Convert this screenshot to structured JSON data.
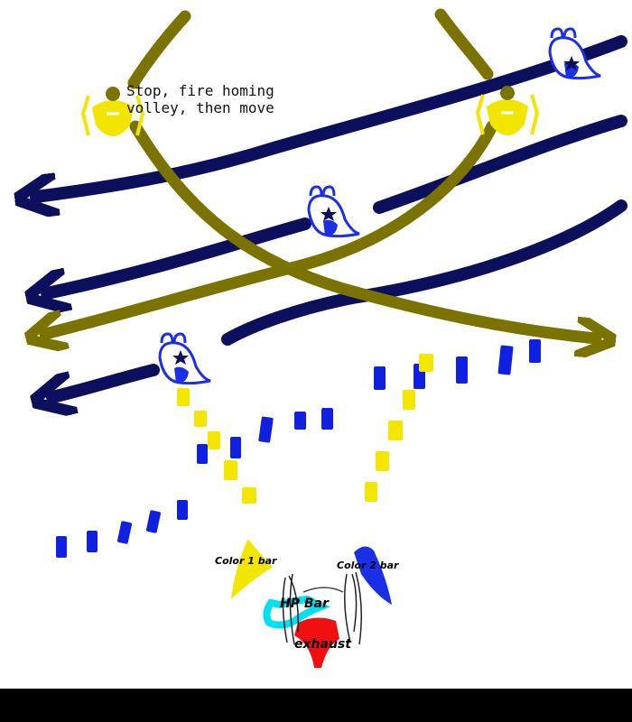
{
  "annotation": {
    "note_line1": "Stop, fire homing",
    "note_line2": "volley, then move"
  },
  "player_labels": {
    "color1": "Color 1 bar",
    "color2": "Color 2 bar",
    "hp": "HP Bar",
    "exhaust": "exhaust"
  },
  "colors": {
    "background": "#ffffff",
    "flight_path_olive": "#7a7300",
    "flight_path_navy": "#0b0f5c",
    "enemy_blue": "#1a2fe6",
    "enemy_yellow": "#f2e600",
    "bullet_blue": "#1020e0",
    "bullet_yellow": "#f5e600",
    "hp_bar": "#00e0f0",
    "exhaust": "#f01010",
    "bottom_bar": "#000000"
  },
  "icons": [
    "blue-bell-enemy-icon",
    "yellow-gunship-enemy-icon",
    "player-ship-icon",
    "star-icon"
  ]
}
